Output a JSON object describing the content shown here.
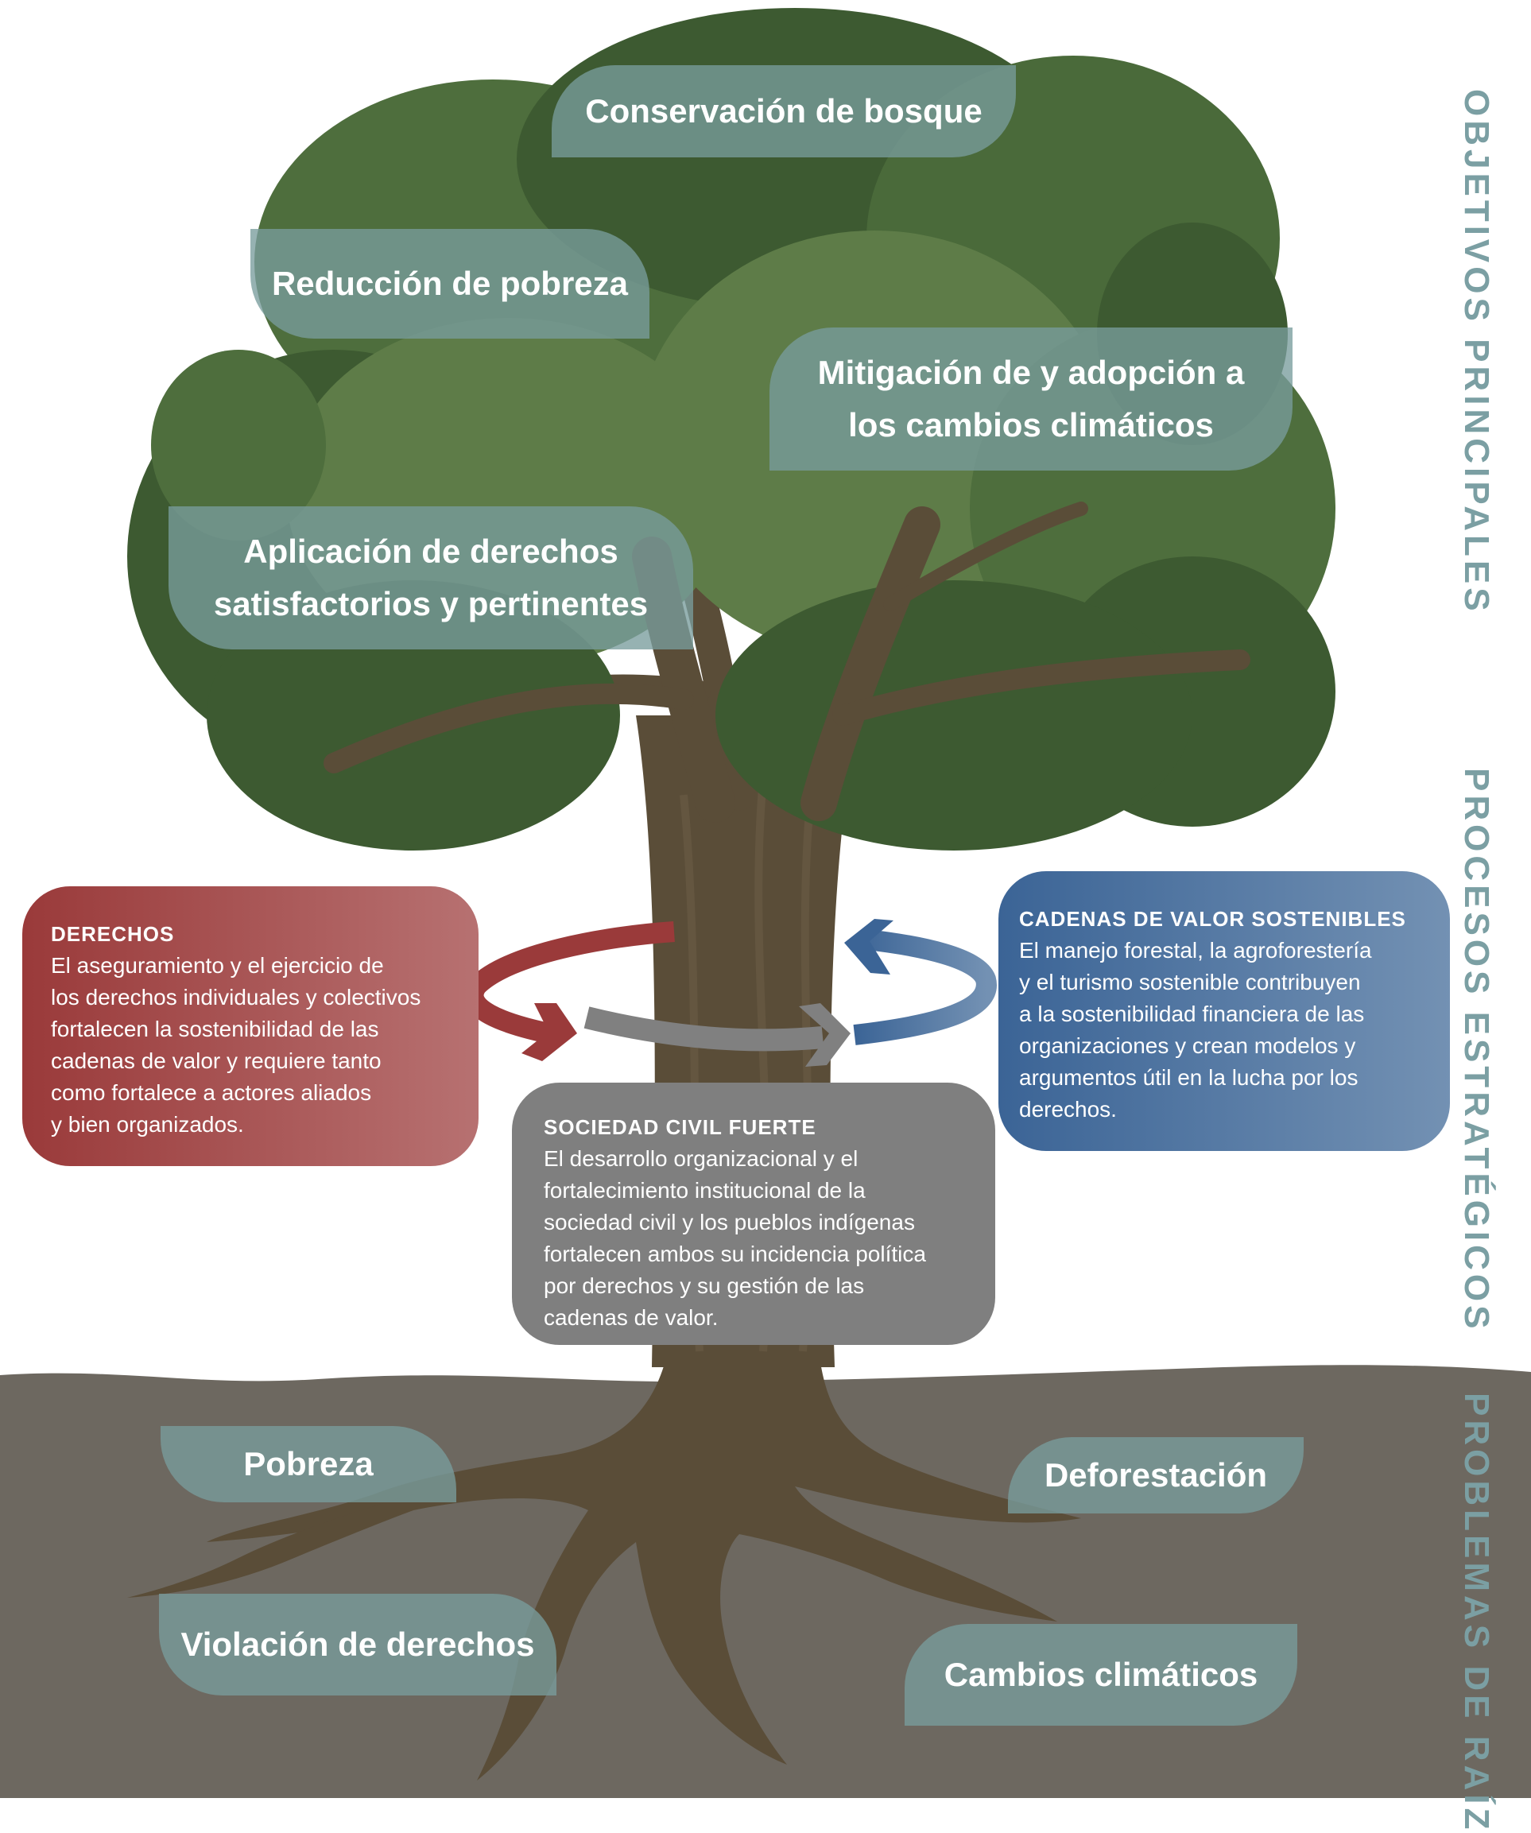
{
  "title": "Árbol de problemas y objetivos",
  "colors": {
    "leaf_label": "#789c9c",
    "canopy_dark": "#3d5a31",
    "canopy_mid": "#4e6e3d",
    "canopy_light": "#5e7c48",
    "trunk": "#5a4d38",
    "soil": "#6d6860",
    "derechos": "#9a3a3a",
    "cadenas": "#3b6496",
    "sociedad": "#7f7f7f",
    "side_label": "#7b9fa3"
  },
  "side_labels": {
    "objetivos": "OBJETIVOS PRINCIPALES",
    "procesos": "PROCESOS ESTRATÉGICOS",
    "problemas": "PROBLEMAS DE RAÍZ"
  },
  "objetivos": [
    {
      "lines": [
        "Conservación de bosque"
      ]
    },
    {
      "lines": [
        "Reducción de pobreza"
      ]
    },
    {
      "lines": [
        "Mitigación de y adopción a",
        "los cambios climáticos"
      ]
    },
    {
      "lines": [
        "Aplicación de derechos",
        "satisfactorios y pertinentes"
      ]
    }
  ],
  "procesos": {
    "derechos": {
      "title": "DERECHOS",
      "text": "El aseguramiento y el ejercicio de\nlos derechos individuales y colectivos\nfortalecen la sostenibilidad de las\ncadenas de valor y requiere tanto\ncomo fortalece a actores aliados\ny bien organizados."
    },
    "cadenas": {
      "title": "CADENAS DE VALOR SOSTENIBLES",
      "text": "El manejo forestal, la agroforestería\ny el turismo sostenible contribuyen\na la sostenibilidad financiera de las\norganizaciones y crean modelos y\nargumentos útil en la lucha por los\nderechos."
    },
    "sociedad": {
      "title": "SOCIEDAD CIVIL FUERTE",
      "text": "El desarrollo organizacional y el\nfortalecimiento institucional de la\nsociedad civil y los pueblos indígenas\nfortalecen ambos su incidencia política\npor derechos y su gestión de las\ncadenas de valor."
    }
  },
  "problemas": [
    {
      "label": "Pobreza"
    },
    {
      "label": "Deforestación"
    },
    {
      "label": "Violación de derechos"
    },
    {
      "label": "Cambios climáticos"
    }
  ]
}
